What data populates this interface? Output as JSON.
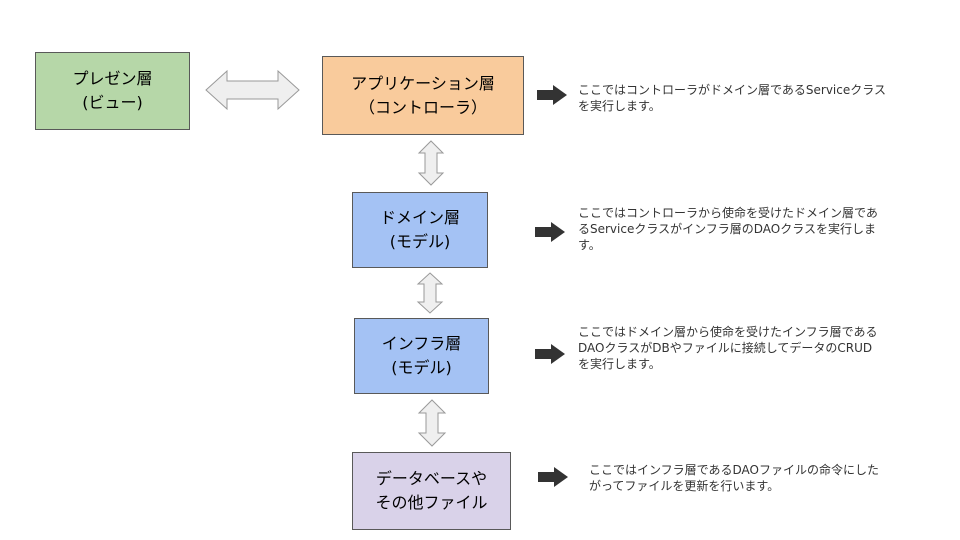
{
  "colors": {
    "presentation": "#b6d7a8",
    "application": "#f9cb9c",
    "domain": "#a4c2f4",
    "infra": "#a4c2f4",
    "storage": "#d9d2e9",
    "connector_fill": "#efefef",
    "connector_stroke": "#999999",
    "arrow": "#333333"
  },
  "layers": {
    "presentation": {
      "lines": [
        "プレゼン層",
        "(ビュー)"
      ]
    },
    "application": {
      "lines": [
        "アプリケーション層",
        "（コントローラ）"
      ]
    },
    "domain": {
      "lines": [
        "ドメイン層",
        "(モデル)"
      ]
    },
    "infra": {
      "lines": [
        "インフラ層",
        "(モデル)"
      ]
    },
    "storage": {
      "lines": [
        "データベースや",
        "その他ファイル"
      ]
    }
  },
  "notes": {
    "application": [
      "ここではコントローラがドメイン層であるServiceクラス",
      "を実行します。"
    ],
    "domain": [
      "ここではコントローラから使命を受けたドメイン層であ",
      "るServiceクラスがインフラ層のDAOクラスを実行しま",
      "す。"
    ],
    "infra": [
      "ここではドメイン層から使命を受けたインフラ層である",
      "DAOクラスがDBやファイルに接続してデータのCRUD",
      "を実行します。"
    ],
    "storage": [
      "ここではインフラ層であるDAOファイルの命令にした",
      "がってファイルを更新を行います。"
    ]
  },
  "icons": {
    "connector": "double-headed-arrow-icon",
    "pointer": "block-arrow-right-icon"
  }
}
